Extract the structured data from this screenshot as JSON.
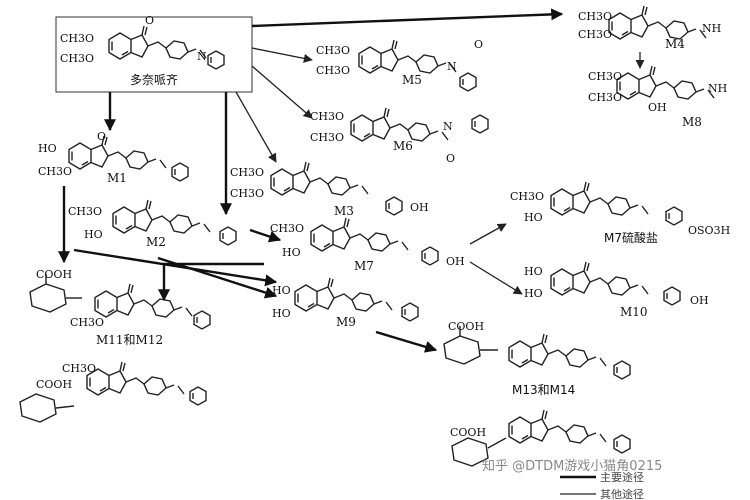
{
  "parent": {
    "name": "多奈哌齐",
    "substituents": [
      "CH3O",
      "CH3O"
    ]
  },
  "metabolites": {
    "m1": {
      "label": "M1",
      "substituents": [
        "HO",
        "CH3O"
      ]
    },
    "m2": {
      "label": "M2",
      "substituents": [
        "CH3O",
        "HO"
      ]
    },
    "m3": {
      "label": "M3",
      "substituents": [
        "CH3O",
        "CH3O",
        "OH"
      ]
    },
    "m4": {
      "label": "M4",
      "substituents": [
        "CH3O",
        "CH3O",
        "NH"
      ]
    },
    "m5": {
      "label": "M5",
      "substituents": [
        "CH3O",
        "CH3O",
        "N",
        "O"
      ]
    },
    "m6": {
      "label": "M6",
      "substituents": [
        "CH3O",
        "CH3O",
        "N",
        "O"
      ]
    },
    "m7": {
      "label": "M7",
      "substituents": [
        "CH3O",
        "HO",
        "OH"
      ]
    },
    "m7s": {
      "label": "M7硫酸盐",
      "substituents": [
        "CH3O",
        "HO",
        "OSO3H"
      ]
    },
    "m8": {
      "label": "M8",
      "substituents": [
        "CH3O",
        "CH3O",
        "OH",
        "NH"
      ]
    },
    "m9": {
      "label": "M9",
      "substituents": [
        "HO",
        "HO"
      ]
    },
    "m10": {
      "label": "M10",
      "substituents": [
        "HO",
        "HO",
        "OH"
      ]
    },
    "m11": {
      "label": "M11和M12",
      "substituents": [
        "COOH",
        "CH3O"
      ]
    },
    "m13": {
      "label": "M13和M14",
      "substituents": [
        "COOH"
      ]
    },
    "glucA": {
      "substituents": [
        "CH3O",
        "COOH"
      ]
    },
    "glucB": {
      "substituents": [
        "COOH"
      ]
    }
  },
  "common": {
    "carbonyl": "O",
    "nitrogen": "N"
  },
  "legend": {
    "main": "主要途径",
    "other": "其他途径"
  },
  "watermark": "知乎 @DTDM游戏小猫角0215"
}
